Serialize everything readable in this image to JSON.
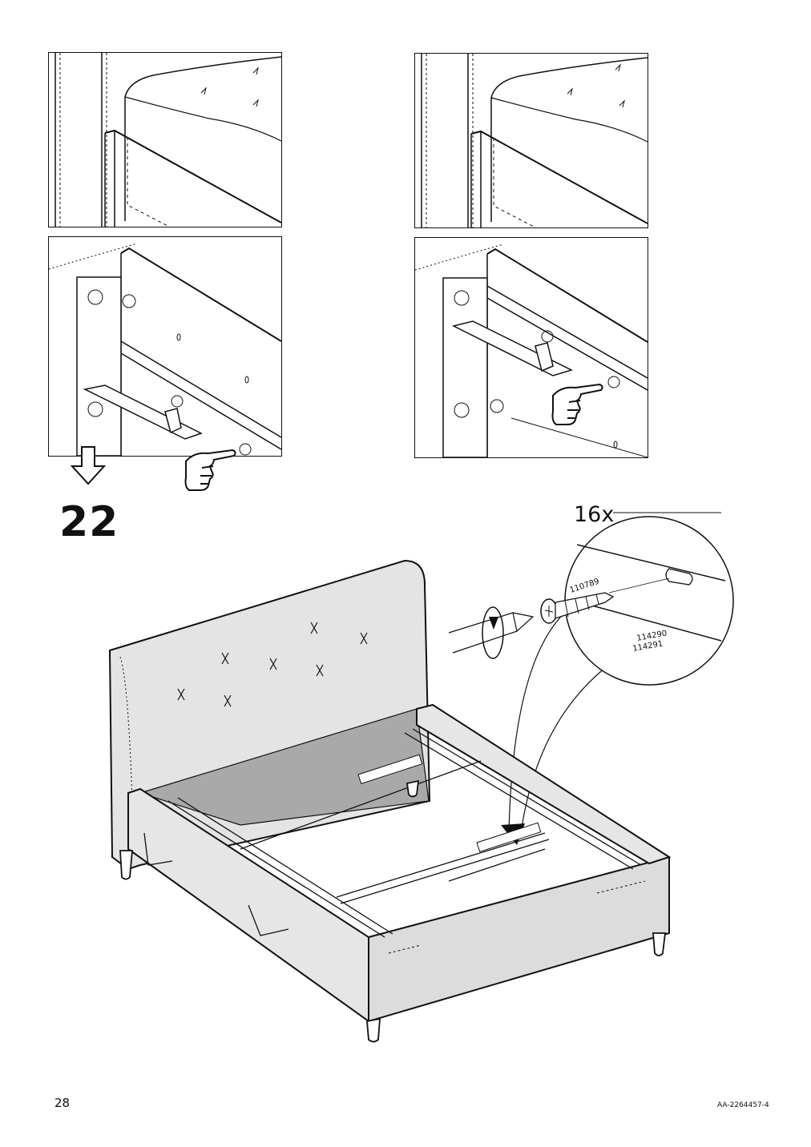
{
  "step": {
    "number": "22"
  },
  "callout": {
    "quantity": "16x",
    "part_screw": "110789",
    "part_rail_a": "114290",
    "part_rail_b": "114291"
  },
  "footer": {
    "page_number": "28",
    "document_code": "AA-2264457-4"
  },
  "icons": [
    "down-arrow-icon",
    "pointing-hand-icon",
    "screwdriver-rotate-icon",
    "screw-icon"
  ]
}
